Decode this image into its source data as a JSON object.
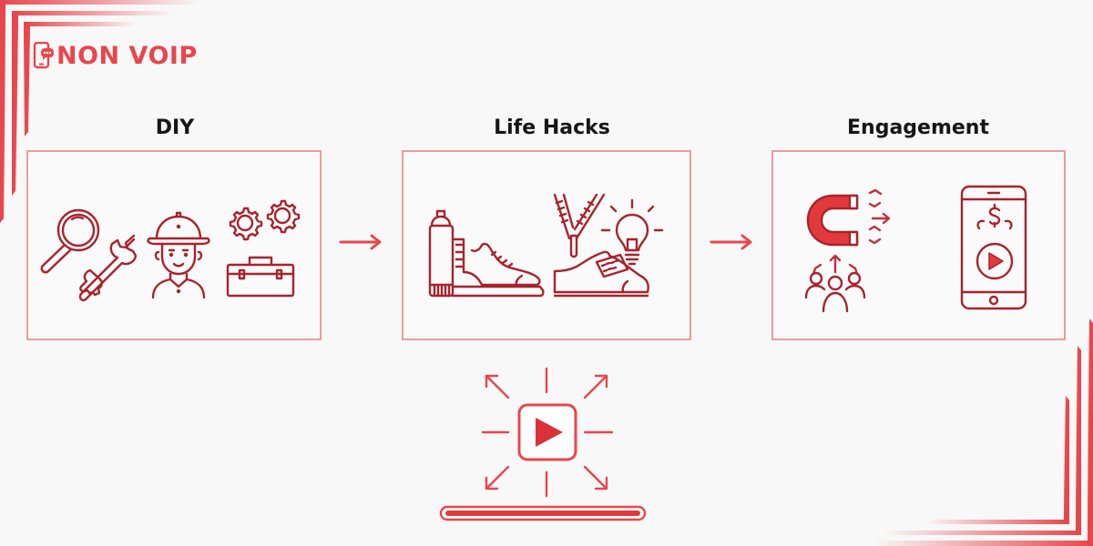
{
  "brand": {
    "name": "NON VOIP",
    "logo_icon": "phone-chat-icon",
    "accent_color": "#e8464c"
  },
  "colors": {
    "icon_stroke": "#a8232d",
    "panel_border": "#ef9a9c",
    "arrow": "#e8464c",
    "title_text": "#161616",
    "background": "#f8f8f8"
  },
  "stages": [
    {
      "title": "DIY",
      "icons": [
        "magnifying-glass-icon",
        "wrench-icon",
        "worker-hardhat-icon",
        "gears-icon",
        "toolbox-icon"
      ]
    },
    {
      "title": "Life Hacks",
      "icons": [
        "spray-bottle-icon",
        "sneaker-icon",
        "zipper-icon",
        "lightbulb-icon",
        "sneaker-with-zipper-icon"
      ]
    },
    {
      "title": "Engagement",
      "icons": [
        "magnet-icon",
        "attraction-arrows-icon",
        "audience-group-icon",
        "smartphone-icon",
        "dollar-icon",
        "play-circle-icon"
      ]
    }
  ],
  "connectors": [
    "arrow-right-icon",
    "arrow-right-icon"
  ],
  "footer_graphic": {
    "icons": [
      "video-play-icon",
      "radiating-arrows-icon",
      "progress-bar"
    ],
    "progress_percent": 100
  }
}
